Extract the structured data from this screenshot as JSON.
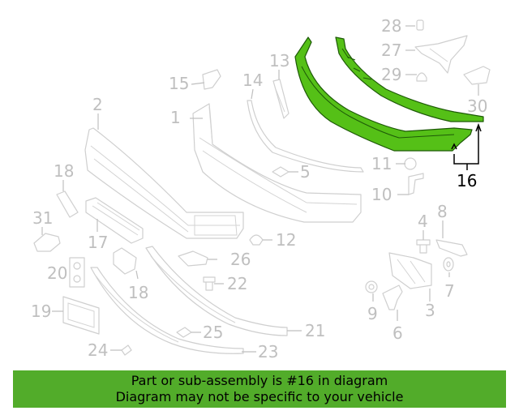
{
  "callouts": {
    "c1": "1",
    "c2": "2",
    "c3": "3",
    "c4": "4",
    "c5": "5",
    "c6": "6",
    "c7": "7",
    "c8": "8",
    "c9": "9",
    "c10": "10",
    "c11": "11",
    "c12": "12",
    "c13": "13",
    "c14": "14",
    "c15": "15",
    "c16": "16",
    "c17": "17",
    "c18a": "18",
    "c18b": "18",
    "c19": "19",
    "c20": "20",
    "c21": "21",
    "c22": "22",
    "c23": "23",
    "c24": "24",
    "c25": "25",
    "c26": "26",
    "c27": "27",
    "c28": "28",
    "c29": "29",
    "c30": "30",
    "c31": "31"
  },
  "banner": {
    "line1": "Part or sub-assembly is #16 in diagram",
    "line2": "Diagram may not be specific to your vehicle"
  },
  "colors": {
    "highlight": "#55c017",
    "banner": "#52ac2a",
    "callout_gray": "#bfbfbf"
  }
}
